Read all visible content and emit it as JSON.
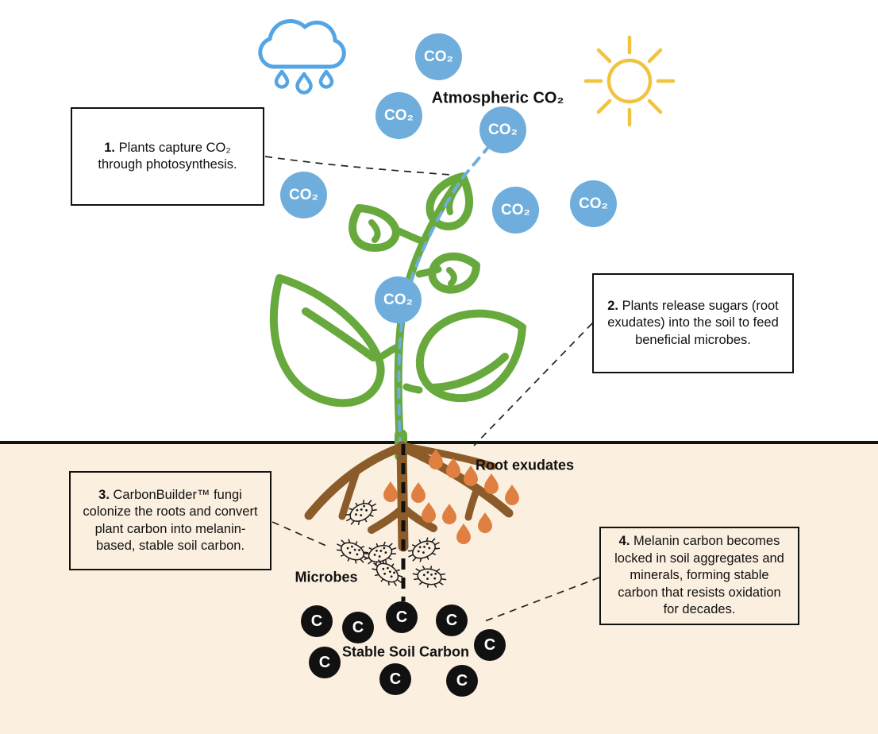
{
  "diagram": {
    "atmospheric_label": "Atmospheric CO₂",
    "co2_label": "CO₂",
    "root_exudates_label": "Root exudates",
    "microbes_label": "Microbes",
    "stable_soil_carbon_label": "Stable Soil Carbon",
    "carbon_label": "C"
  },
  "callouts": [
    {
      "num": "1.",
      "text": "Plants capture CO₂ through photosynthesis."
    },
    {
      "num": "2.",
      "text": "Plants release sugars (root exudates) into the soil to feed beneficial microbes."
    },
    {
      "num": "3.",
      "text": "CarbonBuilder™ fungi colonize the roots and convert plant carbon into melanin-based, stable soil carbon."
    },
    {
      "num": "4.",
      "text": "Melanin carbon becomes locked in soil aggregates and minerals, forming stable carbon that resists oxidation for decades."
    }
  ],
  "colors": {
    "co2_bubble_blue": "#6FAEDC",
    "cloud_blue": "#54A5E4",
    "sun_yellow": "#F0C440",
    "plant_green": "#68A93D",
    "root_brown": "#8B5B29",
    "exudate_orange": "#DF7F41",
    "soil_beige": "#FBEFE0",
    "carbon_black": "#111111"
  },
  "icons": {
    "cloud": "rain-cloud-icon",
    "sun": "sun-icon",
    "plant": "plant-icon",
    "roots": "roots-icon",
    "microbe": "microbe-icon",
    "drop": "exudate-drop-icon"
  }
}
